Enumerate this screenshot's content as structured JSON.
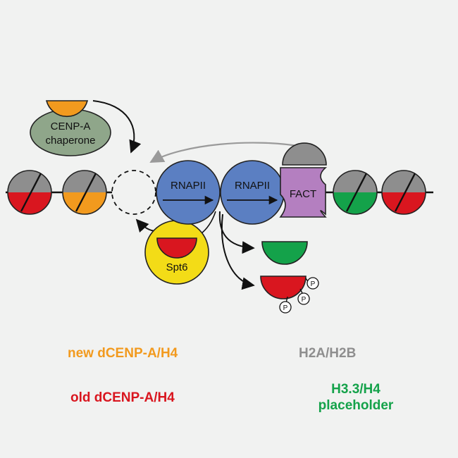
{
  "colors": {
    "new_cenpa": "#f29a1e",
    "old_cenpa": "#d9161f",
    "h2a_h2b": "#8e8e8e",
    "h33_h4": "#14a24a",
    "rnapii": "#5b7fc2",
    "fact": "#b47fc0",
    "spt6": "#f3dc17",
    "chaperone": "#8fa68a",
    "background": "#f1f2f1"
  },
  "labels": {
    "chaperone_line1": "CENP-A",
    "chaperone_line2": "chaperone",
    "rnapii_1": "RNAPII",
    "rnapii_2": "RNAPII",
    "fact": "FACT",
    "spt6": "Spt6",
    "phospho_1": "P",
    "phospho_2": "P",
    "phospho_3": "P"
  },
  "legend": {
    "new": "new dCENP-A/H4",
    "old": "old dCENP-A/H4",
    "h2a": "H2A/H2B",
    "h33_line1": "H3.3/H4",
    "h33_line2": "placeholder"
  },
  "icons": {
    "nucleosome": "split-circle-with-slash",
    "arrow": "curved-arrow",
    "empty_site": "dashed-circle"
  }
}
